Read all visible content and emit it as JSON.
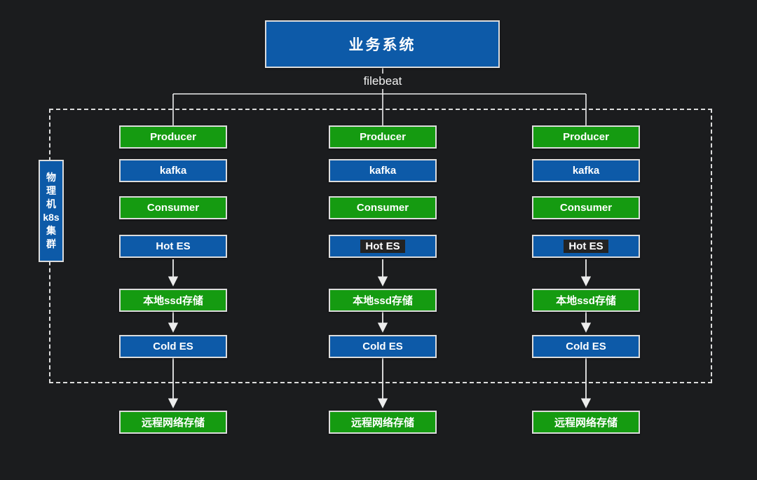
{
  "background": "#1b1c1e",
  "colors": {
    "background": "#1b1c1e",
    "blue": "#0d5aa8",
    "green": "#159b11",
    "border": "#dcdcdc",
    "line": "#ededed"
  },
  "top_box": {
    "label": "业务系统",
    "color": "blue"
  },
  "filebeat_label": "filebeat",
  "cluster_box": {
    "label": "物理机k8s集群",
    "lines": [
      "物",
      "理",
      "机",
      "k8s",
      "集",
      "群"
    ],
    "color": "blue"
  },
  "columns": [
    {
      "nodes": [
        {
          "label": "Producer",
          "color": "green"
        },
        {
          "label": "kafka",
          "color": "blue"
        },
        {
          "label": "Consumer",
          "color": "green"
        },
        {
          "label": "Hot ES",
          "color": "blue",
          "highlighted": false
        },
        {
          "label": "本地ssd存储",
          "color": "green"
        },
        {
          "label": "Cold ES",
          "color": "blue"
        },
        {
          "label": "远程网络存储",
          "color": "green"
        }
      ]
    },
    {
      "nodes": [
        {
          "label": "Producer",
          "color": "green"
        },
        {
          "label": "kafka",
          "color": "blue"
        },
        {
          "label": "Consumer",
          "color": "green"
        },
        {
          "label": "Hot ES",
          "color": "blue",
          "highlighted": true
        },
        {
          "label": "本地ssd存储",
          "color": "green"
        },
        {
          "label": "Cold ES",
          "color": "blue"
        },
        {
          "label": "远程网络存储",
          "color": "green"
        }
      ]
    },
    {
      "nodes": [
        {
          "label": "Producer",
          "color": "green"
        },
        {
          "label": "kafka",
          "color": "blue"
        },
        {
          "label": "Consumer",
          "color": "green"
        },
        {
          "label": "Hot ES",
          "color": "blue",
          "highlighted": true
        },
        {
          "label": "本地ssd存储",
          "color": "green"
        },
        {
          "label": "Cold ES",
          "color": "blue"
        },
        {
          "label": "远程网络存储",
          "color": "green"
        }
      ]
    }
  ],
  "edges": [
    {
      "from": "业务系统",
      "to": "Producer-1",
      "via": "filebeat",
      "arrow": false
    },
    {
      "from": "业务系统",
      "to": "Producer-2",
      "via": "filebeat",
      "arrow": false
    },
    {
      "from": "业务系统",
      "to": "Producer-3",
      "via": "filebeat",
      "arrow": false
    },
    {
      "from": "Hot ES",
      "to": "本地ssd存储",
      "arrow": true
    },
    {
      "from": "本地ssd存储",
      "to": "Cold ES",
      "arrow": true
    },
    {
      "from": "Cold ES",
      "to": "远程网络存储",
      "arrow": true
    }
  ]
}
